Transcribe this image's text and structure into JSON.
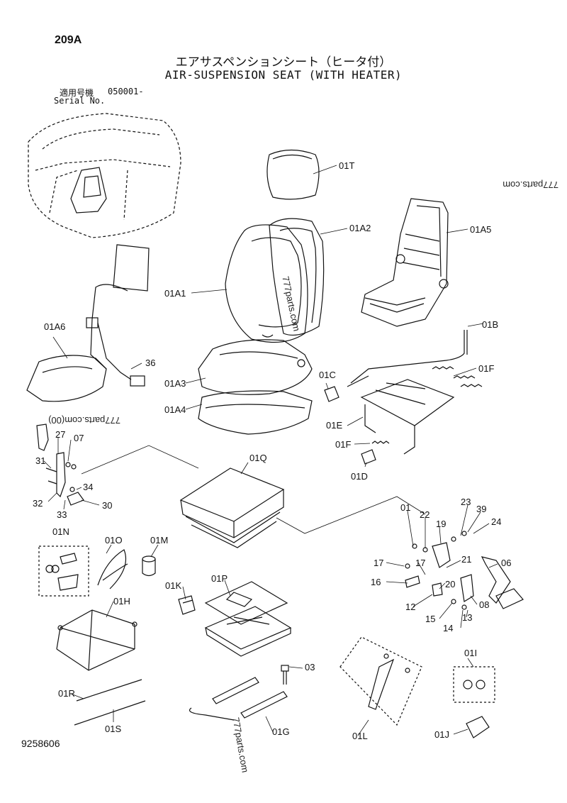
{
  "page_number": "209A",
  "title_jp": "エアサスペンションシート（ヒータ付）",
  "title_en": "AIR-SUSPENSION SEAT (WITH HEATER)",
  "serial": {
    "label_jp": "適用号機",
    "value": "050001-",
    "label_en": "Serial No."
  },
  "figure_number": "9258606",
  "watermark": "777parts.com",
  "watermark_mirrored": "777parts.com(00)",
  "parts": {
    "p01T": "01T",
    "p01A2": "01A2",
    "p01A5": "01A5",
    "p01A1": "01A1",
    "p01B": "01B",
    "p01A6": "01A6",
    "p36": "36",
    "p01C": "01C",
    "p01F": "01F",
    "p01A3": "01A3",
    "p01A4": "01A4",
    "p01E": "01E",
    "p01F2": "01F",
    "p01D": "01D",
    "p27": "27",
    "p07": "07",
    "p31": "31",
    "p34": "34",
    "p32": "32",
    "p33": "33",
    "p30": "30",
    "p01Q": "01Q",
    "p01": "01",
    "p22": "22",
    "p23": "23",
    "p39": "39",
    "p19": "19",
    "p24": "24",
    "p01N": "01N",
    "p01O": "01O",
    "p01M": "01M",
    "p17a": "17",
    "p17b": "17",
    "p21": "21",
    "p06": "06",
    "p16": "16",
    "p20": "20",
    "p12": "12",
    "p08": "08",
    "p15": "15",
    "p14": "14",
    "p13": "13",
    "p01K": "01K",
    "p01P": "01P",
    "p01H": "01H",
    "p01I": "01I",
    "p03": "03",
    "p01R": "01R",
    "p01S": "01S",
    "p01G": "01G",
    "p01L": "01L",
    "p01J": "01J"
  }
}
